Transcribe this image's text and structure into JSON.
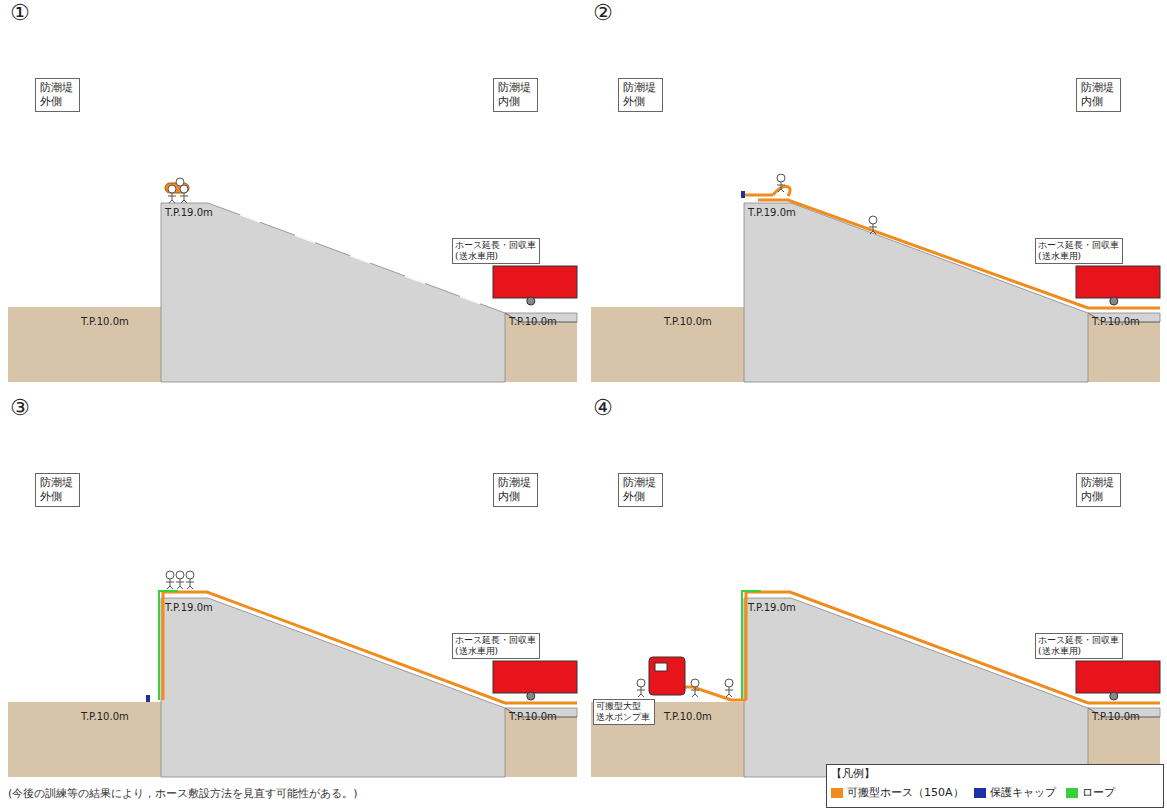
{
  "diagram": {
    "caption": "(今後の訓練等の結果により，ホース敷設方法を見直す可能性がある。)",
    "nodes": [
      {
        "text": [
          "防潮堤 外側"
        ]
      },
      {
        "text": [
          "防潮堤 内側"
        ]
      },
      {
        "text": [
          "防潮堤 外側"
        ]
      },
      {
        "text": [
          "防潮堤 内側"
        ]
      },
      {
        "text": [
          "防潮堤 外側"
        ]
      },
      {
        "text": [
          "防潮堤 内側"
        ]
      },
      {
        "text": [
          "防潮堤 外側"
        ]
      },
      {
        "text": [
          "防潮堤 内側"
        ]
      }
    ],
    "edges": [],
    "labels": [
      "①",
      "T.P.19.0m",
      "T.P.10.0m",
      "T.P.10.0m",
      "ホース延長・回収車 (送水車用)",
      "②",
      "T.P.19.0m",
      "T.P.10.0m",
      "T.P.10.0m",
      "ホース延長・回収車 (送水車用)",
      "③",
      "T.P.19.0m",
      "T.P.10.0m",
      "T.P.10.0m",
      "ホース延長・回収車 (送水車用)",
      "④",
      "T.P.19.0m",
      "T.P.10.0m",
      "T.P.10.0m",
      "ホース延長・回収車 (送水車用)",
      "可搬型大型 送水ポンプ車",
      "【凡例】"
    ],
    "legend": [
      {
        "text": "可搬型ホース（150A）",
        "color": "#f08c1e"
      },
      {
        "text": "保護キャップ",
        "color": "#1f2fa8"
      },
      {
        "text": "ロープ",
        "color": "#3ccf3c"
      }
    ]
  }
}
